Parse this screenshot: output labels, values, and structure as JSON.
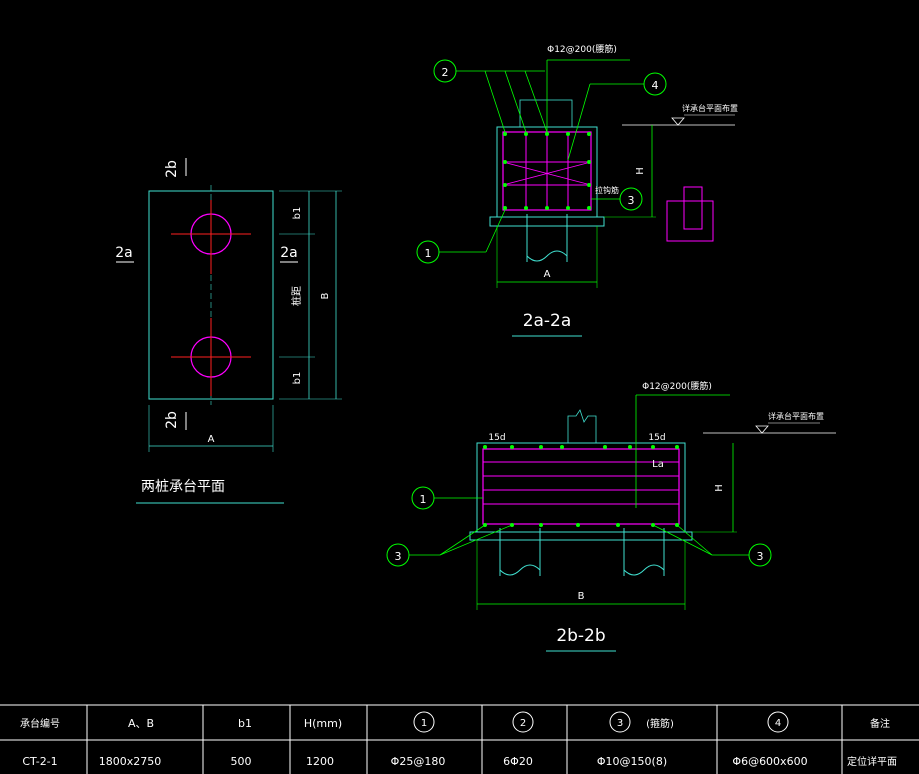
{
  "plan": {
    "title": "两桩承台平面",
    "dim_A": "A",
    "dim_B": "B",
    "dim_b1_top": "b1",
    "dim_b1_bottom": "b1",
    "dim_mid": "桩距",
    "sec_2b_top": "2b",
    "sec_2b_bottom": "2b",
    "sec_2a_left": "2a",
    "sec_2a_right": "2a"
  },
  "section_2a": {
    "title": "2a-2a",
    "top_bar": "Φ12@200(腰筋)",
    "ground_label": "详承台平面布置",
    "dim_H": "H",
    "dim_A": "A",
    "callout_2": "2",
    "callout_4": "4",
    "callout_3": "3",
    "callout_1": "1",
    "tie_label": "拉钩筋"
  },
  "section_2b": {
    "title": "2b-2b",
    "top_bar": "Φ12@200(腰筋)",
    "ground_label": "详承台平面布置",
    "dim_H": "H",
    "dim_B": "B",
    "anchor_left": "15d",
    "anchor_right": "15d",
    "lap": "La",
    "callout_1": "1",
    "callout_3_left": "3",
    "callout_3_right": "3"
  },
  "table": {
    "headers": [
      "承台编号",
      "A、B",
      "b1",
      "H(mm)",
      "1",
      "2",
      "3",
      "(箍筋)",
      "4",
      "备注"
    ],
    "row": [
      "CT-2-1",
      "1800x2750",
      "500",
      "1200",
      "Φ25@180",
      "6Φ20",
      "Φ10@150(8)",
      "Φ6@600x600",
      "定位详平面"
    ]
  },
  "colors": {
    "background": "#000000",
    "outline": "#40e0d0",
    "rebar": "#ff00ff",
    "callout": "#00ff00",
    "dimension": "#00ff00",
    "text": "#ffffff",
    "axis": "#ff0000"
  }
}
